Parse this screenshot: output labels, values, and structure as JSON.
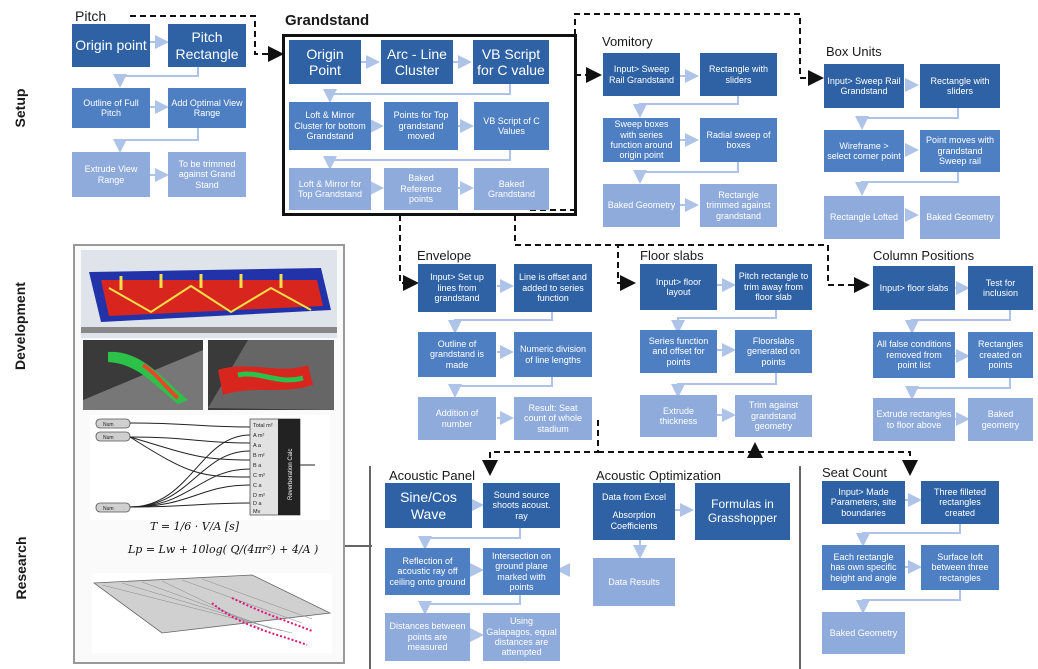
{
  "sections": {
    "setup": "Setup",
    "development": "Development",
    "research": "Research"
  },
  "pitch": {
    "title": "Pitch",
    "origin": "Origin point",
    "rect": "Pitch Rectangle",
    "outline": "Outline of Full Pitch",
    "optimal": "Add Optimal View Range",
    "extrude": "Extrude View Range",
    "trim": "To be trimmed against Grand Stand"
  },
  "grandstand": {
    "title": "Grandstand",
    "origin": "Origin Point",
    "arc": "Arc - Line Cluster",
    "vb": "VB Script for C value",
    "loft_bottom": "Loft & Mirror Cluster for bottom Grandstand",
    "points_top": "Points for Top grandstand moved",
    "vb_c": "VB Script of C Values",
    "loft_top": "Loft & Mirror for Top Grandstand",
    "baked_ref": "Baked Reference points",
    "baked_gs": "Baked Grandstand"
  },
  "vomitory": {
    "title": "Vomitory",
    "input": "Input> Sweep Rail Grandstand",
    "rect": "Rectangle with sliders",
    "sweep": "Sweep boxes with series function around origin point",
    "radial": "Radial sweep of boxes",
    "baked": "Baked Geometry",
    "trimmed": "Rectangle trimmed against grandstand"
  },
  "box_units": {
    "title": "Box Units",
    "input": "Input> Sweep Rail Grandstand",
    "rect": "Rectangle with sliders",
    "wire": "Wireframe > select corner point",
    "point": "Point moves with grandstand Sweep rail",
    "lofted": "Rectangle Lofted",
    "baked": "Baked Geometry"
  },
  "envelope": {
    "title": "Envelope",
    "input": "Input> Set up lines from grandstand",
    "line": "Line is offset and added to series function",
    "outline": "Outline of grandstand is made",
    "numeric": "Numeric division of line lengths",
    "addition": "Addition of number",
    "result": "Result: Seat count of whole stadium"
  },
  "floor": {
    "title": "Floor slabs",
    "input": "Input> floor layout",
    "pitch": "Pitch rectangle to trim away from floor slab",
    "series": "Series function and offset for points",
    "slabs": "Floorslabs generated on points",
    "extrude": "Extrude thickness",
    "trim": "Trim against grandstand geometry"
  },
  "column": {
    "title": "Column Positions",
    "input": "Input> floor slabs",
    "test": "Test for inclusion",
    "false": "All false conditions removed from point list",
    "rects": "Rectangles created on points",
    "extrude": "Extrude rectangles to floor above",
    "baked": "Baked geometry"
  },
  "acoustic_panel": {
    "title": "Acoustic Panel",
    "sine": "Sine/Cos Wave",
    "source": "Sound source shoots acoust. ray",
    "reflection": "Reflection of acoustic ray off ceiling onto ground",
    "intersection": "Intersection on ground plane marked with points",
    "distances": "Distances between points are measured",
    "galapagos": "Using Galapagos, equal distances are attempted"
  },
  "acoustic_opt": {
    "title": "Acoustic Optimization",
    "excel": "Data from Excel",
    "absorption": "Absorption Coefficients",
    "formulas": "Formulas in Grasshopper",
    "results": "Data Results"
  },
  "seat": {
    "title": "Seat Count",
    "input": "Input> Made Parameters, site boundaries",
    "three": "Three filleted rectangles created",
    "each": "Each rectangle has own specific height and angle",
    "loft": "Surface loft between three rectangles",
    "baked": "Baked Geometry"
  },
  "gh": {
    "total": "Total m²",
    "a": "A m²",
    "a2": "A a",
    "b": "B m²",
    "b2": "B a",
    "c": "C m²",
    "c2": "C a",
    "d": "D m²",
    "d2": "D a",
    "v": "Mv",
    "calc": "Reverberation Calc",
    "num": "Num",
    "t": "T",
    "formula1": "T = 1/6 · V/A  [s]",
    "formula2": "Lp = Lw + 10log( Q/(4πr²) + 4/A )"
  },
  "colors": {
    "dark": "#2e62a5",
    "mid": "#4f7fc3",
    "light": "#8fabdc",
    "arrow": "#aec3e8"
  }
}
